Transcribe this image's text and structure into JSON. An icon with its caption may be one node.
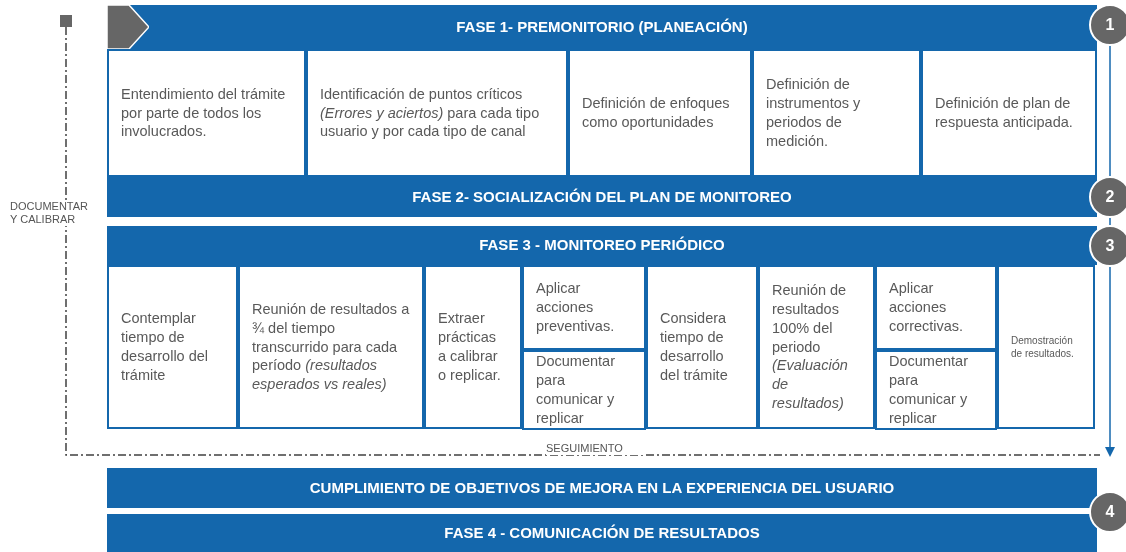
{
  "diagram": {
    "nodes": [
      {
        "text": [
          "FASE 1- PREMONITORIO (PLANEACIÓN)"
        ]
      },
      {
        "text": [
          "Entendimiento del trámite por parte de todos los involucrados."
        ]
      },
      {
        "text": [
          "Identificación de puntos críticos *(Errores y aciertos)* para cada tipo usuario y por cada tipo de canal"
        ]
      },
      {
        "text": [
          "Definición de enfoques como oportunidades"
        ]
      },
      {
        "text": [
          "Definición de instrumentos y periodos de medición."
        ]
      },
      {
        "text": [
          "Definición de plan de respuesta anticipada."
        ]
      },
      {
        "text": [
          "FASE 2- SOCIALIZACIÓN DEL PLAN DE MONITOREO"
        ]
      },
      {
        "text": [
          "FASE 3 - MONITOREO PERIÓDICO"
        ]
      },
      {
        "text": [
          "Contemplar tiempo de desarrollo del trámite"
        ]
      },
      {
        "text": [
          "Reunión de resultados a ¾ del tiempo transcurrido para cada período *(resultados esperados vs reales)*"
        ]
      },
      {
        "text": [
          "Extraer prácticas a calibrar o replicar."
        ]
      },
      {
        "text": [
          "Aplicar acciones preventivas."
        ]
      },
      {
        "text": [
          "Documentar para comunicar y replicar"
        ]
      },
      {
        "text": [
          "Considera tiempo de desarrollo del trámite"
        ]
      },
      {
        "text": [
          "Reunión de resultados 100% del periodo *(Evaluación de resultados)*"
        ]
      },
      {
        "text": [
          "Aplicar acciones correctivas."
        ]
      },
      {
        "text": [
          "Documentar para comunicar y replicar"
        ]
      },
      {
        "text": [
          "Demostración de resultados."
        ]
      },
      {
        "text": [
          "CUMPLIMIENTO DE OBJETIVOS DE MEJORA EN LA EXPERIENCIA DEL USUARIO"
        ]
      },
      {
        "text": [
          "FASE 4 - COMUNICACIÓN DE RESULTADOS"
        ]
      },
      {
        "text": [
          "1"
        ]
      },
      {
        "text": [
          "2"
        ]
      },
      {
        "text": [
          "3"
        ]
      },
      {
        "text": [
          "4"
        ]
      },
      {
        "text": [],
        "shape": "box"
      }
    ],
    "edges": [
      {
        "from": 20,
        "to": 21,
        "arrow": "none"
      },
      {
        "from": 21,
        "to": 22,
        "arrow": "none"
      },
      {
        "from": 22,
        "to": 18,
        "arrow": "to"
      },
      {
        "from": 24,
        "to": 18,
        "arrow": "none",
        "style": "dashed",
        "color": "#404040"
      }
    ],
    "labels": [
      "DOCUMENTAR Y CALIBRAR",
      "SEGUIMIENTO"
    ]
  }
}
